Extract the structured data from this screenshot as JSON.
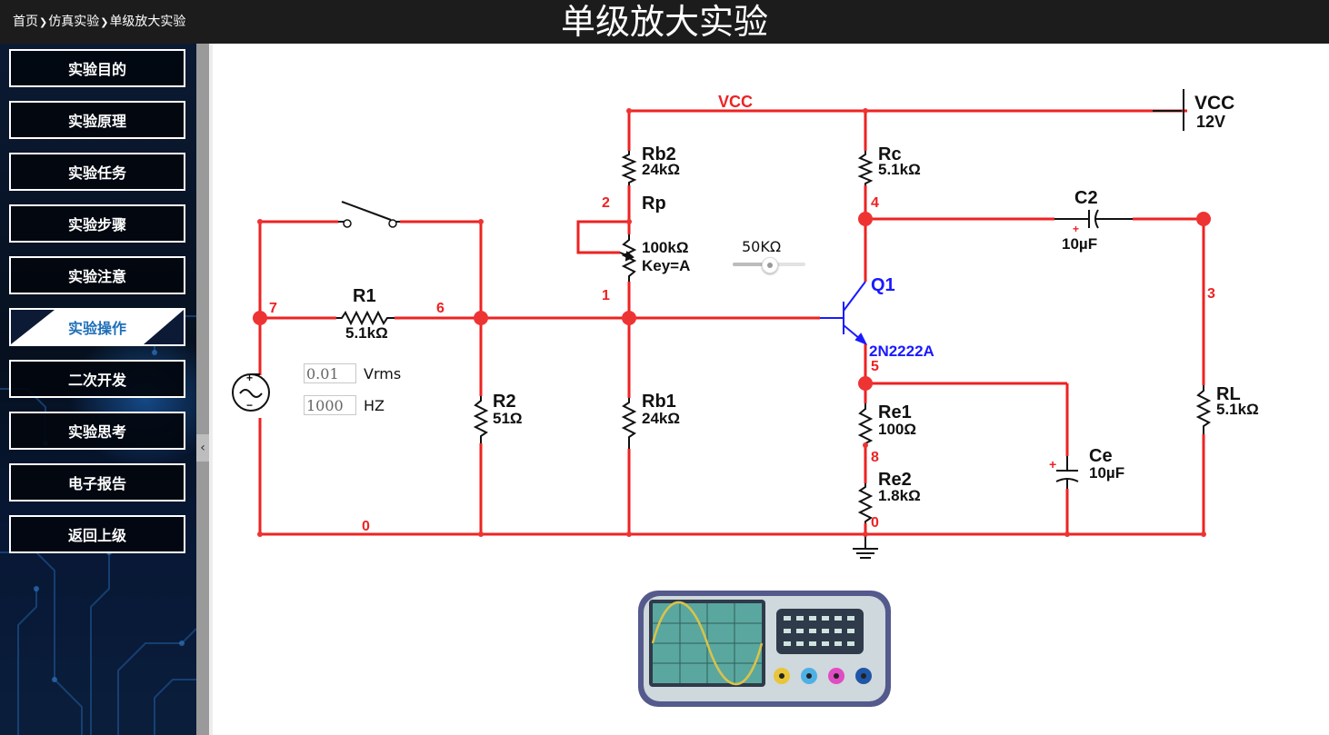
{
  "header": {
    "breadcrumb": [
      "首页",
      "仿真实验",
      "单级放大实验"
    ],
    "title": "单级放大实验"
  },
  "sidebar": {
    "items": [
      {
        "label": "实验目的"
      },
      {
        "label": "实验原理"
      },
      {
        "label": "实验任务"
      },
      {
        "label": "实验步骤"
      },
      {
        "label": "实验注意"
      },
      {
        "label": "实验操作",
        "active": true
      },
      {
        "label": "二次开发"
      },
      {
        "label": "实验思考"
      },
      {
        "label": "电子报告"
      },
      {
        "label": "返回上级"
      }
    ]
  },
  "source": {
    "amplitude_value": "0.01",
    "amplitude_unit": "Vrms",
    "frequency_value": "1000",
    "frequency_unit": "HZ"
  },
  "potentiometer": {
    "value_label": "50KΩ",
    "position_fraction": 0.5
  },
  "circuit": {
    "supply": {
      "net_label": "VCC",
      "symbol_label": "VCC",
      "voltage": "12V"
    },
    "components": {
      "R1": {
        "name": "R1",
        "value": "5.1kΩ"
      },
      "R2": {
        "name": "R2",
        "value": "51Ω"
      },
      "Rb2": {
        "name": "Rb2",
        "value": "24kΩ"
      },
      "Rb1": {
        "name": "Rb1",
        "value": "24kΩ"
      },
      "Rp": {
        "name": "Rp",
        "value": "100kΩ",
        "key": "Key=A"
      },
      "Rc": {
        "name": "Rc",
        "value": "5.1kΩ"
      },
      "Re1": {
        "name": "Re1",
        "value": "100Ω"
      },
      "Re2": {
        "name": "Re2",
        "value": "1.8kΩ"
      },
      "C2": {
        "name": "C2",
        "value": "10µF"
      },
      "Ce": {
        "name": "Ce",
        "value": "10µF"
      },
      "RL": {
        "name": "RL",
        "value": "5.1kΩ"
      },
      "Q1": {
        "name": "Q1",
        "model": "2N2222A"
      }
    },
    "nodes": {
      "n7": "7",
      "n6": "6",
      "n2": "2",
      "n1": "1",
      "n4": "4",
      "n3": "3",
      "n5": "5",
      "n8": "8",
      "n0a": "0",
      "n0b": "0"
    },
    "colors": {
      "wire": "#ee2222",
      "node": "#ee3333",
      "transistor": "#1a1aff",
      "component": "#111111"
    }
  }
}
